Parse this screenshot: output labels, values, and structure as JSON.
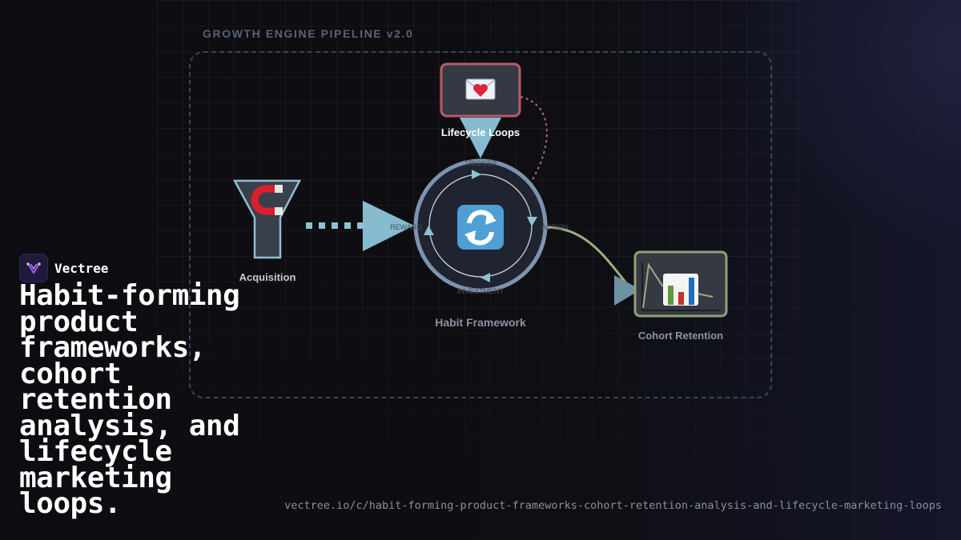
{
  "diagram": {
    "title": "GROWTH ENGINE PIPELINE v2.0",
    "nodes": {
      "lifecycle": {
        "label": "Lifecycle Loops",
        "icon": "love-letter-icon",
        "color": "#b85c66"
      },
      "acquisition": {
        "label": "Acquisition",
        "icon": "magnet-icon",
        "color": "#8fbfcf"
      },
      "habit": {
        "label": "Habit Framework",
        "icon": "refresh-arrows-icon",
        "color": "#7e93b0",
        "stages": [
          "TRIGGER",
          "ACTION",
          "INVESTMENT",
          "REWARD"
        ]
      },
      "retention": {
        "label": "Cohort Retention",
        "icon": "bar-chart-icon",
        "color": "#8fa07a"
      }
    }
  },
  "brand": {
    "name": "Vectree"
  },
  "headline": "Habit-forming product frameworks, cohort retention analysis, and lifecycle marketing loops.",
  "url": "vectree.io/c/habit-forming-product-frameworks-cohort-retention-analysis-and-lifecycle-marketing-loops"
}
